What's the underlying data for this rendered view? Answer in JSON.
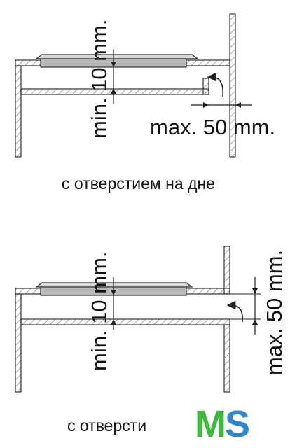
{
  "diagram_top": {
    "label_min": "min. 10 mm.",
    "label_max": "max. 50 mm."
  },
  "caption_top": "с отверстием на дне",
  "diagram_bottom": {
    "label_min": "min. 10 mm.",
    "label_max": "max. 50 mm."
  },
  "caption_bottom": "с отверсти",
  "logo": {
    "text": "MS",
    "colors": {
      "M": "#3ab93a",
      "S": "#2f86c9"
    }
  },
  "colors": {
    "line": "#333333",
    "hatch": "#777777",
    "hob": "#b8b8b8"
  }
}
